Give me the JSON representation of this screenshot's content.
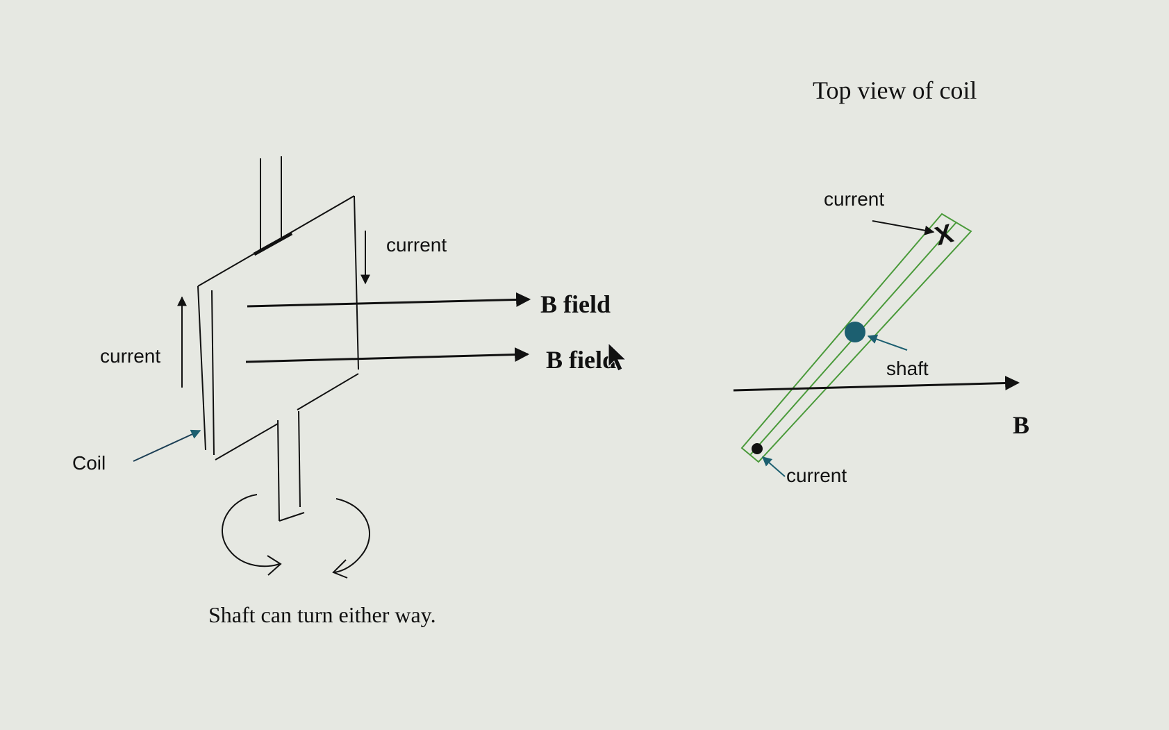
{
  "left_diagram": {
    "current_label_top": "current",
    "current_label_left": "current",
    "coil_label": "Coil",
    "b_field_label_1": "B field",
    "b_field_label_2": "B field",
    "caption": "Shaft can turn either way."
  },
  "right_diagram": {
    "title": "Top view of coil",
    "current_label_top": "current",
    "shaft_label": "shaft",
    "current_label_bottom": "current",
    "b_label": "B",
    "current_into_page_symbol": "X"
  },
  "colors": {
    "background": "#e6e8e2",
    "ink": "#111111",
    "coil_green": "#4a9a3a",
    "teal": "#1c5f70"
  }
}
